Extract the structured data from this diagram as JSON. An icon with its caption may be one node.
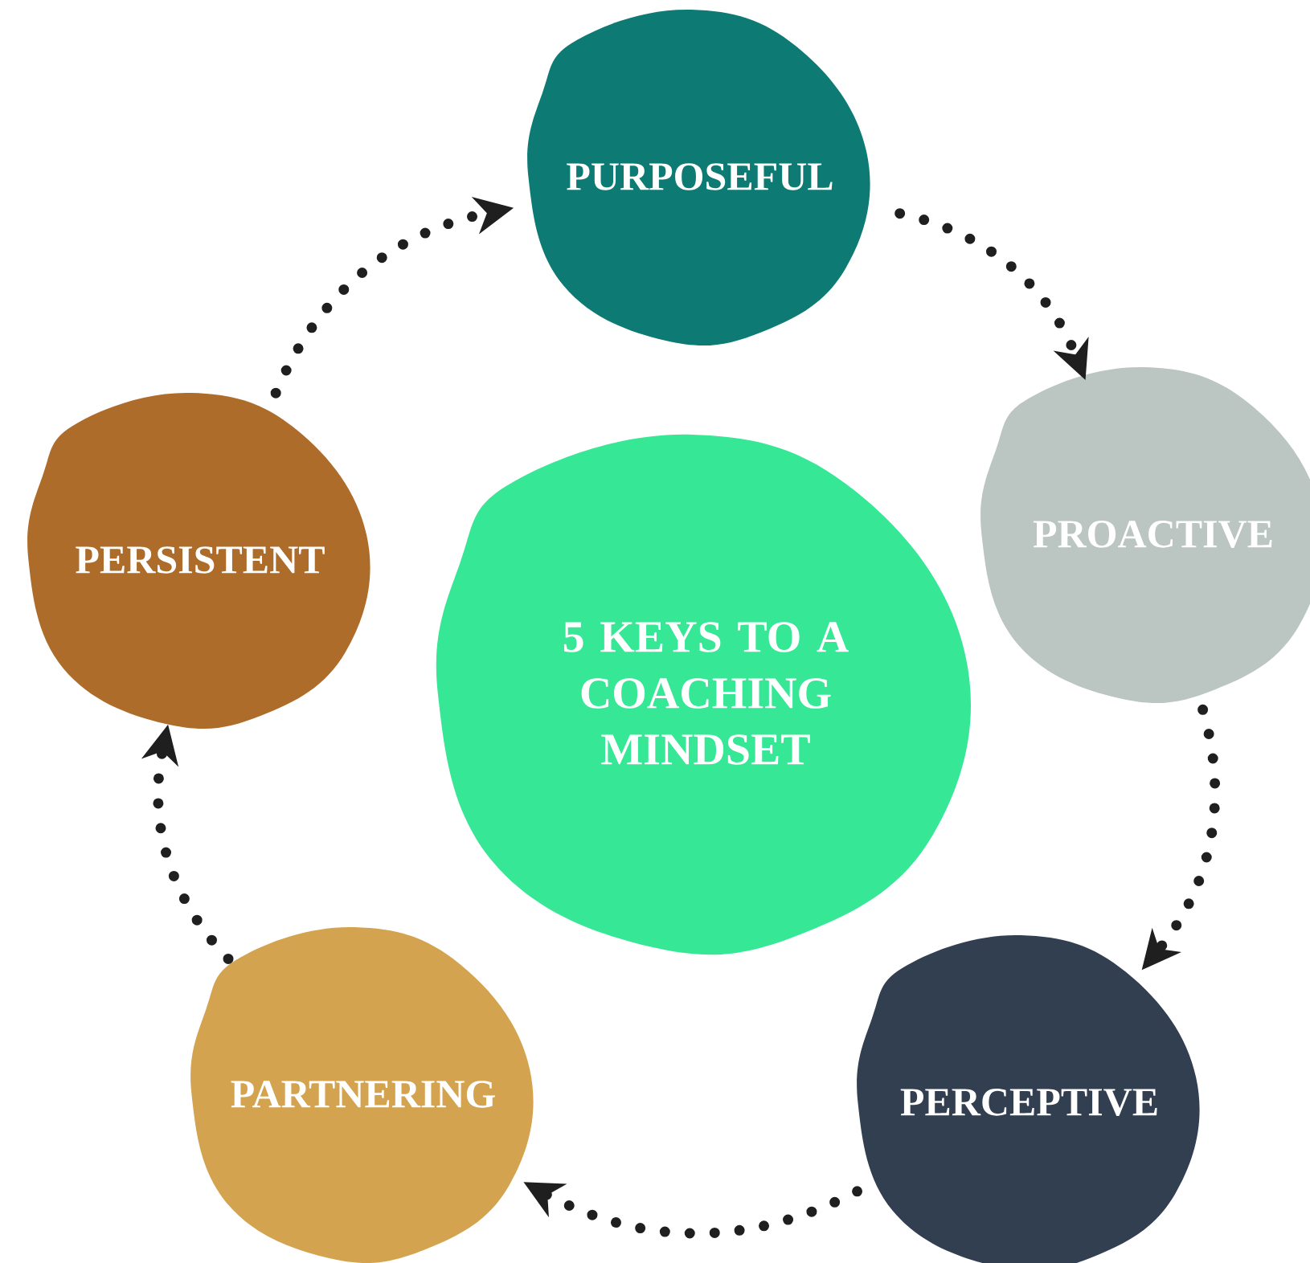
{
  "diagram": {
    "nodes": [
      {
        "text": [
          "5 KEYS TO A COACHING MINDSET"
        ]
      },
      {
        "text": [
          "PURPOSEFUL"
        ]
      },
      {
        "text": [
          "PROACTIVE"
        ]
      },
      {
        "text": [
          "PERCEPTIVE"
        ]
      },
      {
        "text": [
          "PARTNERING"
        ]
      },
      {
        "text": [
          "PERSISTENT"
        ]
      }
    ],
    "edges": [
      {
        "from": 1,
        "to": 2,
        "arrow": "to"
      },
      {
        "from": 2,
        "to": 3,
        "arrow": "to"
      },
      {
        "from": 3,
        "to": 4,
        "arrow": "to"
      },
      {
        "from": 4,
        "to": 5,
        "arrow": "to"
      },
      {
        "from": 5,
        "to": 1,
        "arrow": "to"
      }
    ]
  }
}
